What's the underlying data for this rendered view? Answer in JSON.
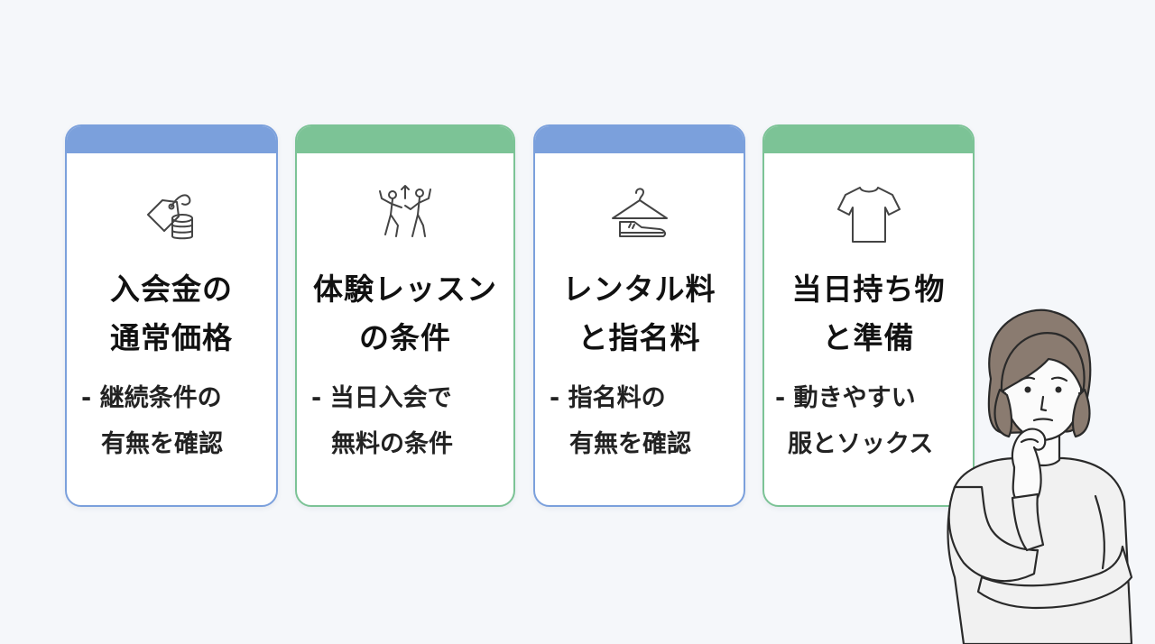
{
  "colors": {
    "background": "#f5f7fa",
    "blue_accent": "#7ba0dc",
    "green_accent": "#7cc396"
  },
  "cards": [
    {
      "accent": "blue",
      "icon": "price-tag-coins-icon",
      "title_line1": "入会金の",
      "title_line2": "通常価格",
      "note_line1": "- 継続条件の",
      "note_line2": "有無を確認"
    },
    {
      "accent": "green",
      "icon": "dancers-icon",
      "title_line1": "体験レッスン",
      "title_line2": "の条件",
      "note_line1": "- 当日入会で",
      "note_line2": "無料の条件"
    },
    {
      "accent": "blue",
      "icon": "hanger-shoe-icon",
      "title_line1": "レンタル料",
      "title_line2": "と指名料",
      "note_line1": "- 指名料の",
      "note_line2": "有無を確認"
    },
    {
      "accent": "green",
      "icon": "t-shirt-icon",
      "title_line1": "当日持ち物",
      "title_line2": "と準備",
      "note_line1": "- 動きやすい",
      "note_line2": "服とソックス"
    }
  ],
  "illustration": "thinking-woman-illustration"
}
